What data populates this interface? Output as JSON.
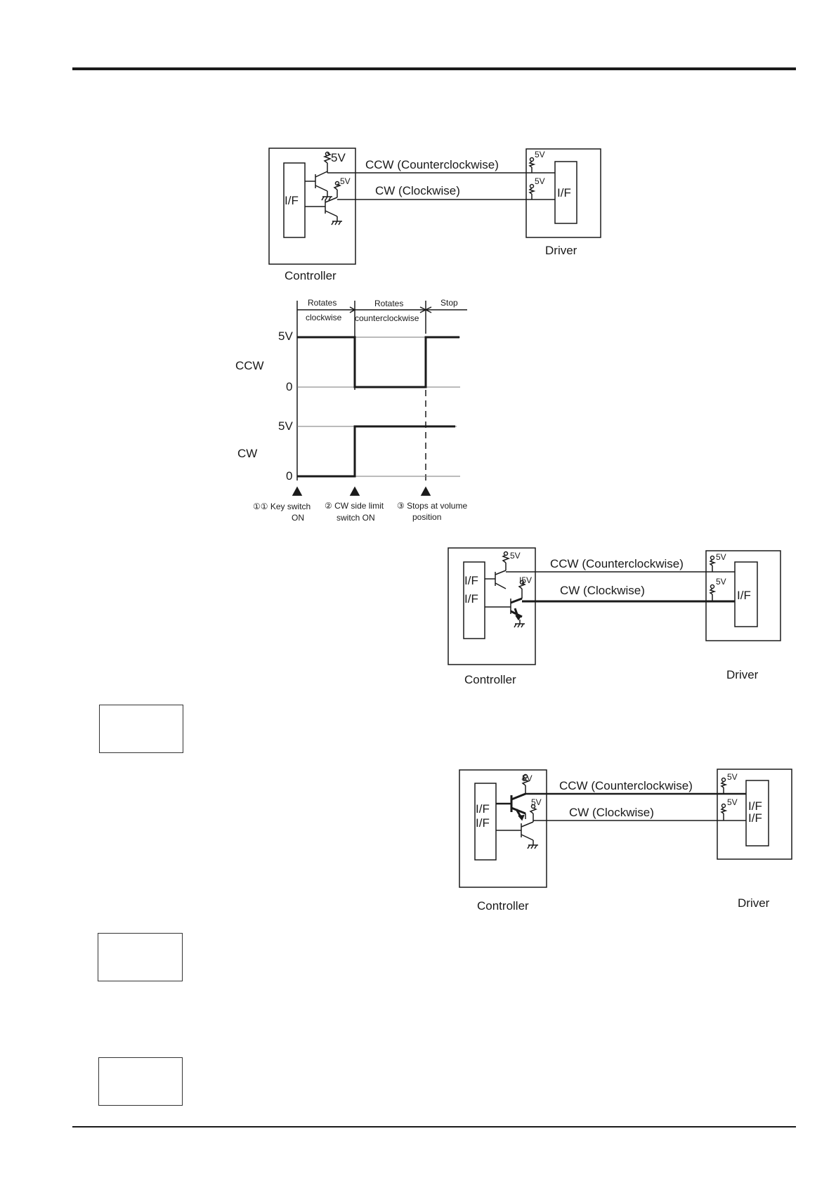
{
  "figure1": {
    "controller_label": "Controller",
    "driver_label": "Driver",
    "controller_if": "I/F",
    "driver_if": "I/F",
    "ccw_line": "CCW (Counterclockwise)",
    "cw_line": "CW (Clockwise)",
    "v1": "5V",
    "v2": "5V",
    "v3": "5V",
    "v4": "5V"
  },
  "timing": {
    "phase1": [
      "Rotates",
      "clockwise"
    ],
    "phase2": [
      "Rotates",
      "counterclockwise"
    ],
    "phase3": "Stop",
    "ccw_label": "CCW",
    "cw_label": "CW",
    "ccw_5v": "5V",
    "ccw_0": "0",
    "cw_5v": "5V",
    "cw_0": "0",
    "event1": [
      "①① Key switch",
      "ON"
    ],
    "event2": [
      "② CW side limit",
      "switch ON"
    ],
    "event3": [
      "③ Stops at volume",
      "position"
    ]
  },
  "figure2": {
    "controller_label": "Controller",
    "driver_label": "Driver",
    "controller_if_a": "I/F",
    "controller_if_b": "I/F",
    "driver_if": "I/F",
    "ccw_line": "CCW (Counterclockwise)",
    "cw_line": "CW (Clockwise)",
    "v1": "5V",
    "v2": "I5V",
    "v3": "5V",
    "v4": "5V"
  },
  "figure3": {
    "controller_label": "Controller",
    "driver_label": "Driver",
    "controller_if_a": "I/F",
    "controller_if_b": "I/F",
    "driver_if_a": "I/F",
    "driver_if_b": "I/F",
    "ccw_line": "CCW (Counterclockwise)",
    "cw_line": "CW (Clockwise)",
    "v1": "5V",
    "v2": "5V",
    "v3": "5V",
    "v4": "5V"
  }
}
